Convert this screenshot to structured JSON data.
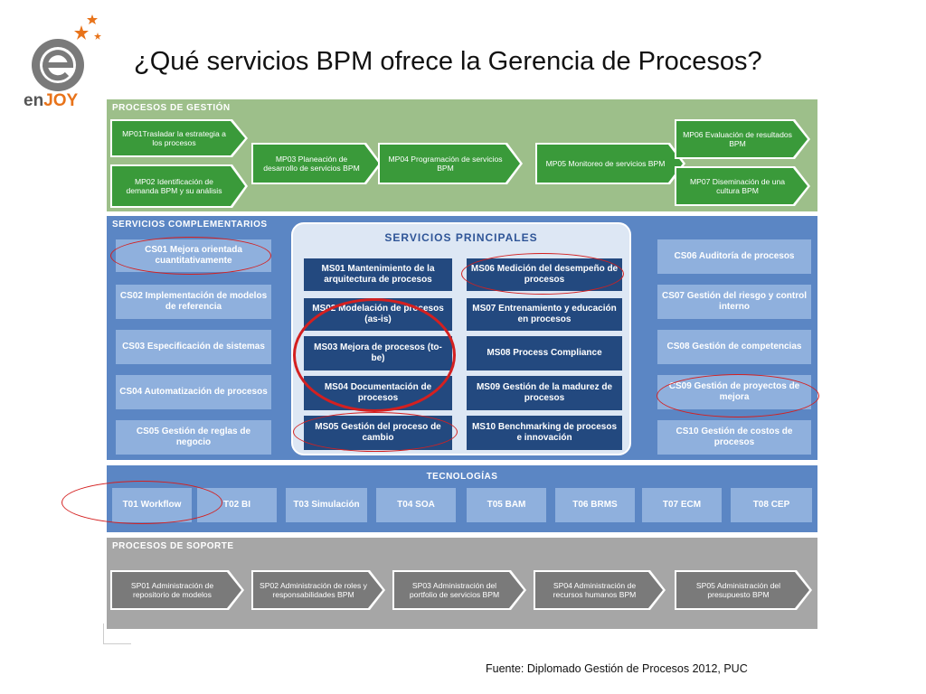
{
  "title": "¿Qué servicios BPM ofrece la Gerencia de Procesos?",
  "logo": {
    "word_en": "en",
    "word_joy": "JOY"
  },
  "source": "Fuente: Diplomado Gestión de Procesos 2012, PUC",
  "gestion": {
    "title": "PROCESOS DE GESTIÓN",
    "items": [
      "MP01Trasladar la estrategia a los procesos",
      "MP02 Identificación de demanda BPM y su análisis",
      "MP03 Planeación de desarrollo de servicios BPM",
      "MP04 Programación de servicios BPM",
      "MP05 Monitoreo de servicios BPM",
      "MP06 Evaluación de resultados BPM",
      "MP07 Diseminación de una cultura BPM"
    ]
  },
  "complementarios": {
    "title": "SERVICIOS COMPLEMENTARIOS",
    "left": [
      "CS01 Mejora orientada cuantitativamente",
      "CS02 Implementación de modelos de referencia",
      "CS03 Especificación de sistemas",
      "CS04 Automatización de procesos",
      "CS05 Gestión de reglas de negocio"
    ],
    "right": [
      "CS06 Auditoría de procesos",
      "CS07 Gestión del riesgo y control interno",
      "CS08 Gestión de competencias",
      "CS09 Gestión de proyectos de mejora",
      "CS10 Gestión de costos de procesos"
    ]
  },
  "principales": {
    "title": "SERVICIOS PRINCIPALES",
    "left": [
      "MS01 Mantenimiento de la arquitectura de procesos",
      "MS02 Modelación de procesos (as-is)",
      "MS03 Mejora de procesos (to-be)",
      "MS04 Documentación de procesos",
      "MS05 Gestión del proceso de cambio"
    ],
    "right": [
      "MS06 Medición del desempeño de procesos",
      "MS07 Entrenamiento y educación en procesos",
      "MS08 Process Compliance",
      "MS09 Gestión de la madurez de procesos",
      "MS10 Benchmarking de procesos e innovación"
    ]
  },
  "tecnologias": {
    "title": "TECNOLOGÍAS",
    "items": [
      "T01 Workflow",
      "T02 BI",
      "T03 Simulación",
      "T04 SOA",
      "T05 BAM",
      "T06 BRMS",
      "T07 ECM",
      "T08 CEP"
    ]
  },
  "soporte": {
    "title": "PROCESOS DE SOPORTE",
    "items": [
      "SP01 Administración de repositorio de modelos",
      "SP02 Administración de roles y responsabilidades BPM",
      "SP03 Administración del portfolio de servicios BPM",
      "SP04 Administración de recursos humanos BPM",
      "SP05 Administración del presupuesto BPM"
    ]
  },
  "colors": {
    "gestion_panel": "#9dbf8a",
    "gestion_chevron": "#3a9a3a",
    "services_panel": "#5b86c4",
    "service_box": "#8fb0dd",
    "main_service_box": "#23497f",
    "support_panel": "#a6a6a6",
    "support_chevron": "#7a7a7a",
    "highlight": "#d42020"
  }
}
